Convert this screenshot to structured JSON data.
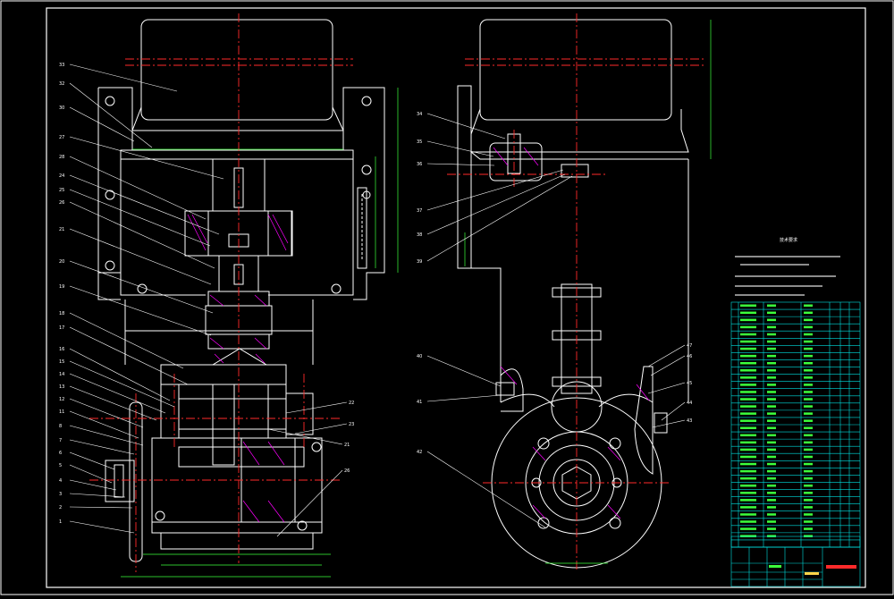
{
  "drawing": {
    "title_block_name": "",
    "notes_heading": "技术要求"
  },
  "left_view": {
    "callouts": [
      "33",
      "32",
      "30",
      "27",
      "28",
      "24",
      "25",
      "26",
      "21",
      "20",
      "19",
      "18",
      "17",
      "16",
      "15",
      "14",
      "13",
      "12",
      "11",
      "8",
      "7",
      "6",
      "5",
      "4",
      "3",
      "2",
      "1"
    ],
    "right_callouts": [
      "22",
      "23",
      "21",
      "26"
    ]
  },
  "right_view": {
    "callouts_left": [
      "34",
      "35",
      "36",
      "37",
      "38",
      "39",
      "40",
      "41",
      "42"
    ],
    "callouts_right": [
      "47",
      "46",
      "45",
      "44",
      "43"
    ]
  },
  "colors": {
    "background": "#000000",
    "outline": "#ffffff",
    "center_line": "#ff2a2a",
    "dimension": "#3cff3c",
    "callout": "#ffffff",
    "table": "#00e0e0",
    "hidden": "#ff00ff"
  }
}
